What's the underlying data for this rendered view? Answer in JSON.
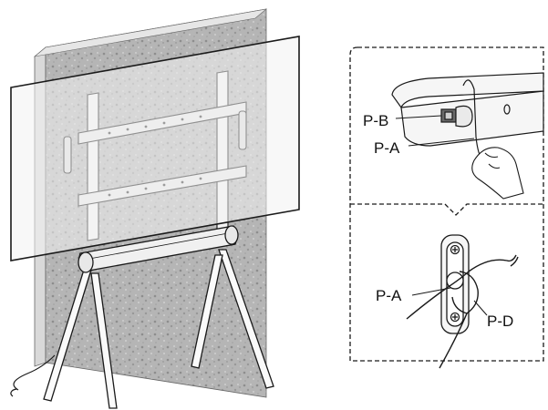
{
  "callouts": {
    "top_panel": {
      "label_1": "P-B",
      "label_2": "P-A"
    },
    "bottom_panel": {
      "label_1": "P-A",
      "label_2": "P-D"
    }
  },
  "colors": {
    "wall": "#b9b9b9",
    "line": "#1a1a1a",
    "screen": "#f2f2f2"
  }
}
